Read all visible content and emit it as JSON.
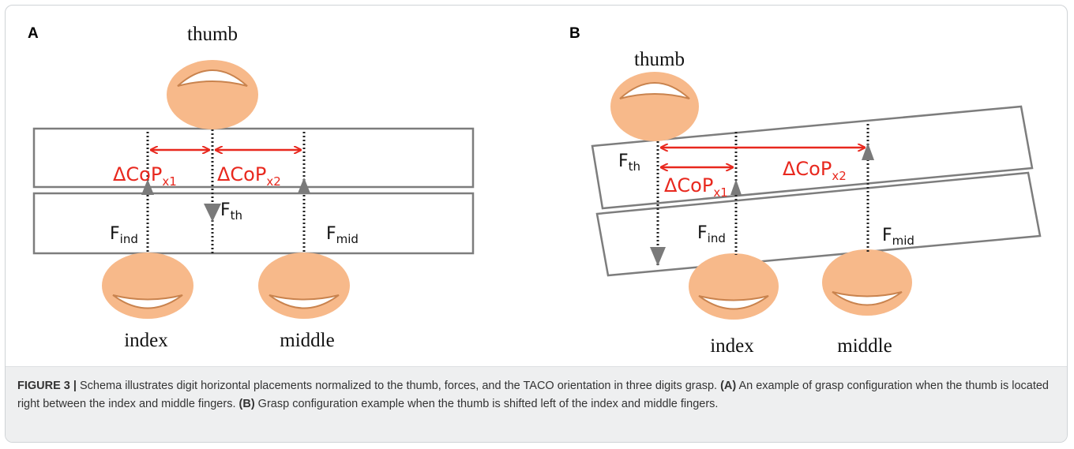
{
  "panelA": {
    "letter": "A",
    "thumb": "thumb",
    "index": "index",
    "middle": "middle",
    "dcop1": {
      "base": "ΔCoP",
      "sub": "x1"
    },
    "dcop2": {
      "base": "ΔCoP",
      "sub": "x2"
    },
    "fth": {
      "base": "F",
      "sub": "th"
    },
    "find": {
      "base": "F",
      "sub": "ind"
    },
    "fmid": {
      "base": "F",
      "sub": "mid"
    }
  },
  "panelB": {
    "letter": "B",
    "thumb": "thumb",
    "index": "index",
    "middle": "middle",
    "dcop1": {
      "base": "ΔCoP",
      "sub": "x1"
    },
    "dcop2": {
      "base": "ΔCoP",
      "sub": "x2"
    },
    "fth": {
      "base": "F",
      "sub": "th"
    },
    "find": {
      "base": "F",
      "sub": "ind"
    },
    "fmid": {
      "base": "F",
      "sub": "mid"
    }
  },
  "colors": {
    "finger_fill": "#f7b98a",
    "finger_nail": "#ffffff",
    "red": "#e8281e",
    "arrow_gray": "#7a7a7a",
    "rect_stroke": "#7d7d7d"
  },
  "caption": {
    "figure_label": "FIGURE 3 |",
    "text1": " Schema illustrates digit horizontal placements normalized to the thumb, forces, and the TACO orientation in three digits grasp. ",
    "a_label": "(A)",
    "text2": " An example of grasp configuration when the thumb is located right between the index and middle fingers. ",
    "b_label": "(B)",
    "text3": " Grasp configuration example when the thumb is shifted left of the index and middle fingers."
  }
}
